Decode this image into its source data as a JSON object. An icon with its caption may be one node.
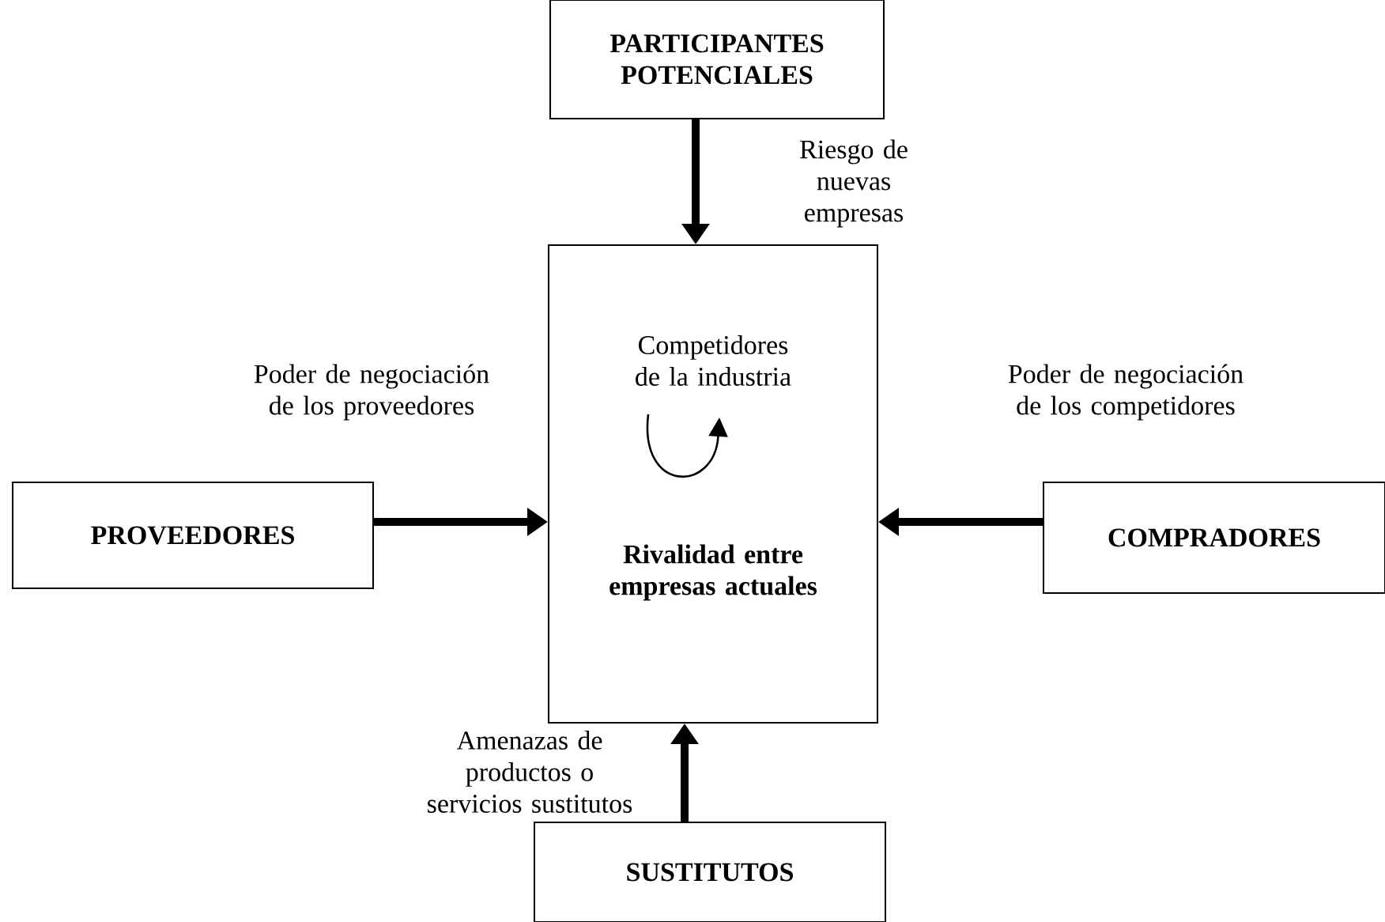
{
  "diagram": {
    "nodes": [
      {
        "text": [
          "PARTICIPANTES POTENCIALES"
        ]
      },
      {
        "text": [
          "Competidores de la industria",
          "Rivalidad entre empresas actuales"
        ]
      },
      {
        "text": [
          "PROVEEDORES"
        ]
      },
      {
        "text": [
          "COMPRADORES"
        ]
      },
      {
        "text": [
          "SUSTITUTOS"
        ]
      }
    ],
    "edges": [
      {
        "from": 0,
        "to": 1,
        "arrow": "to",
        "label": "Riesgo de nuevas empresas"
      },
      {
        "from": 2,
        "to": 1,
        "arrow": "to",
        "label": "Poder de negociación de los proveedores"
      },
      {
        "from": 3,
        "to": 1,
        "arrow": "to",
        "label": "Poder de negociación de los competidores"
      },
      {
        "from": 4,
        "to": 1,
        "arrow": "to",
        "label": "Amenazas de productos o servicios sustitutos"
      }
    ]
  }
}
